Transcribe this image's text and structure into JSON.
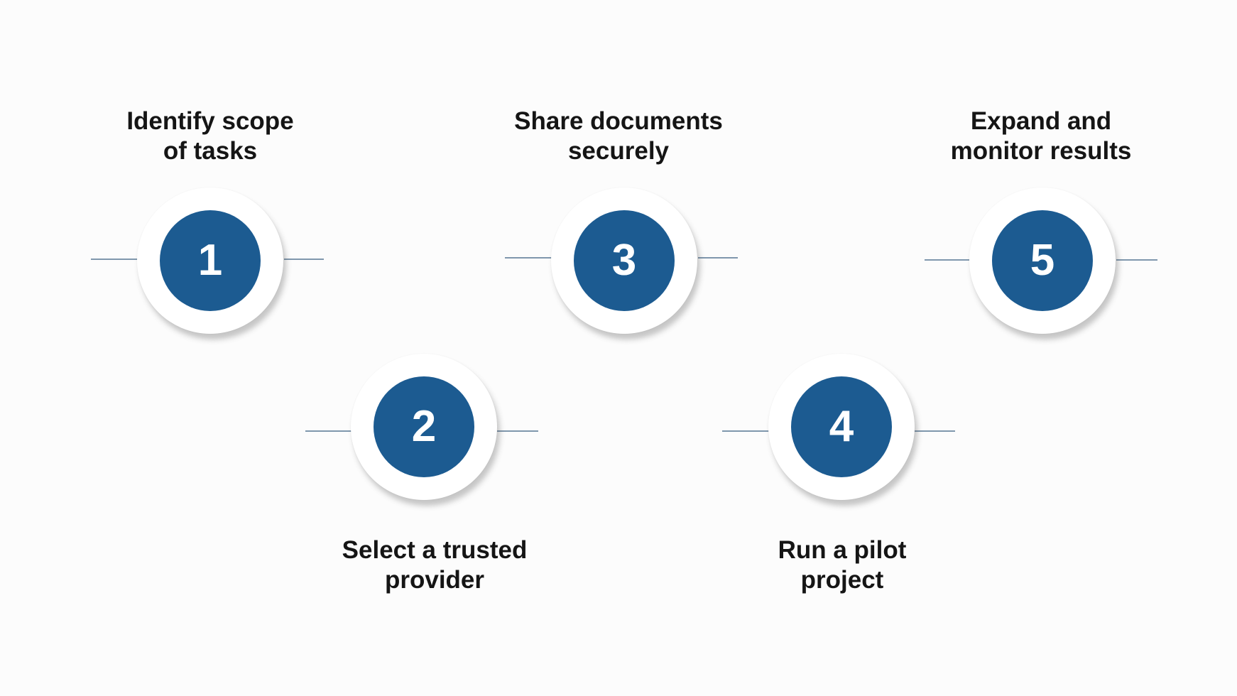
{
  "colors": {
    "disc": "#1c5b91",
    "connector": "#7f97ad",
    "text": "#151515",
    "background": "#fcfcfc"
  },
  "steps": [
    {
      "number": "1",
      "label_line1": "Identify scope",
      "label_line2": "of tasks"
    },
    {
      "number": "2",
      "label_line1": "Select a trusted",
      "label_line2": "provider"
    },
    {
      "number": "3",
      "label_line1": "Share documents",
      "label_line2": "securely"
    },
    {
      "number": "4",
      "label_line1": "Run a pilot",
      "label_line2": "project"
    },
    {
      "number": "5",
      "label_line1": "Expand and",
      "label_line2": "monitor results"
    }
  ]
}
